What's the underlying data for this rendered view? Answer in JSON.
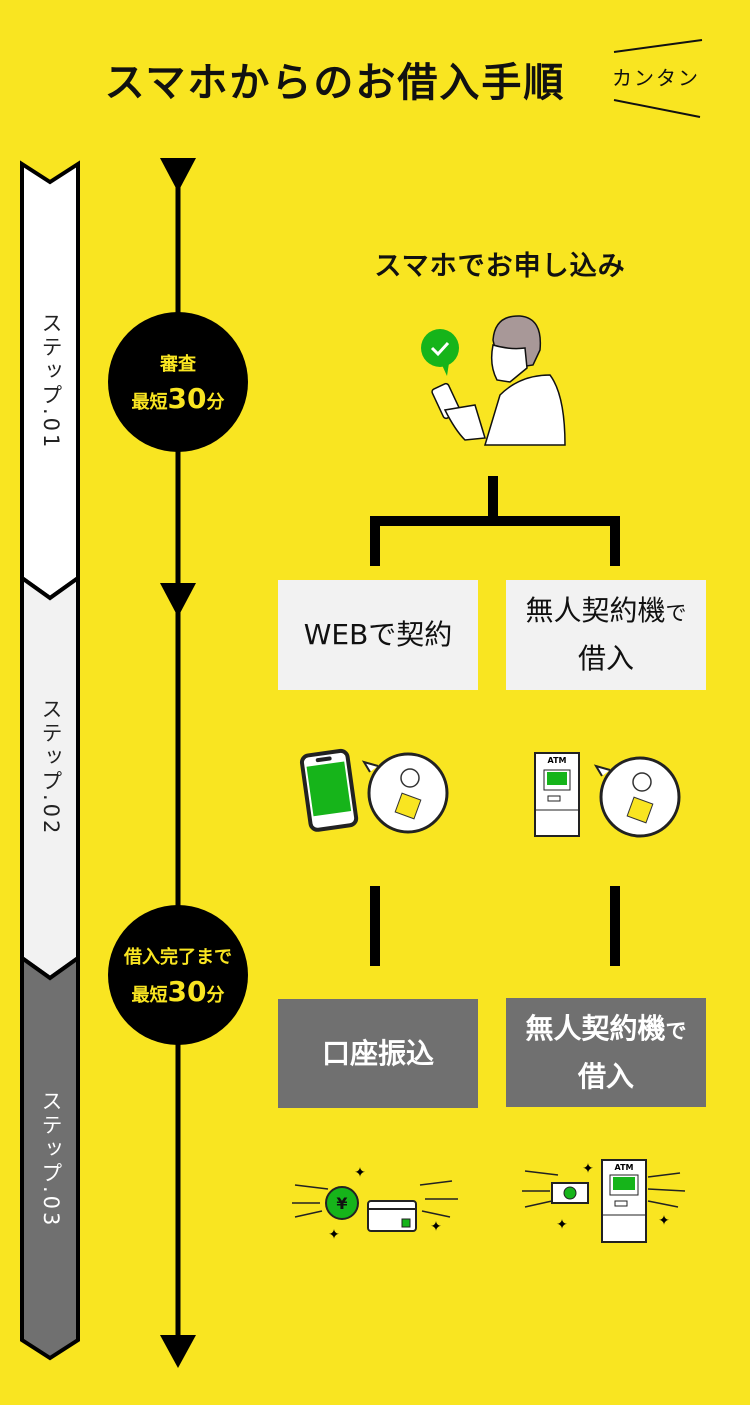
{
  "header": {
    "title": "スマホからのお借入手順",
    "tag": "カンタン"
  },
  "steps": [
    {
      "label": "ステップ.01"
    },
    {
      "label": "ステップ.02"
    },
    {
      "label": "ステップ.03"
    }
  ],
  "badges": [
    {
      "line1": "審査",
      "prefix": "最短",
      "number": "30",
      "unit": "分"
    },
    {
      "line1": "借入完了まで",
      "prefix": "最短",
      "number": "30",
      "unit": "分"
    }
  ],
  "apply": {
    "label": "スマホでお申し込み"
  },
  "contract": {
    "web": {
      "label_main": "WEBで契約"
    },
    "machine": {
      "label_main": "無人契約機",
      "label_de": "で",
      "label_line2": "借入"
    }
  },
  "borrow": {
    "transfer": {
      "label": "口座振込"
    },
    "machine": {
      "label_main": "無人契約機",
      "label_de": "で",
      "label_line2": "借入"
    }
  },
  "illustrations": {
    "atm_label": "ATM",
    "yen_symbol": "¥"
  },
  "colors": {
    "background": "#f9e521",
    "accent_green": "#16b41a",
    "light_box": "#f2f2f2",
    "dark_box": "#707070"
  }
}
